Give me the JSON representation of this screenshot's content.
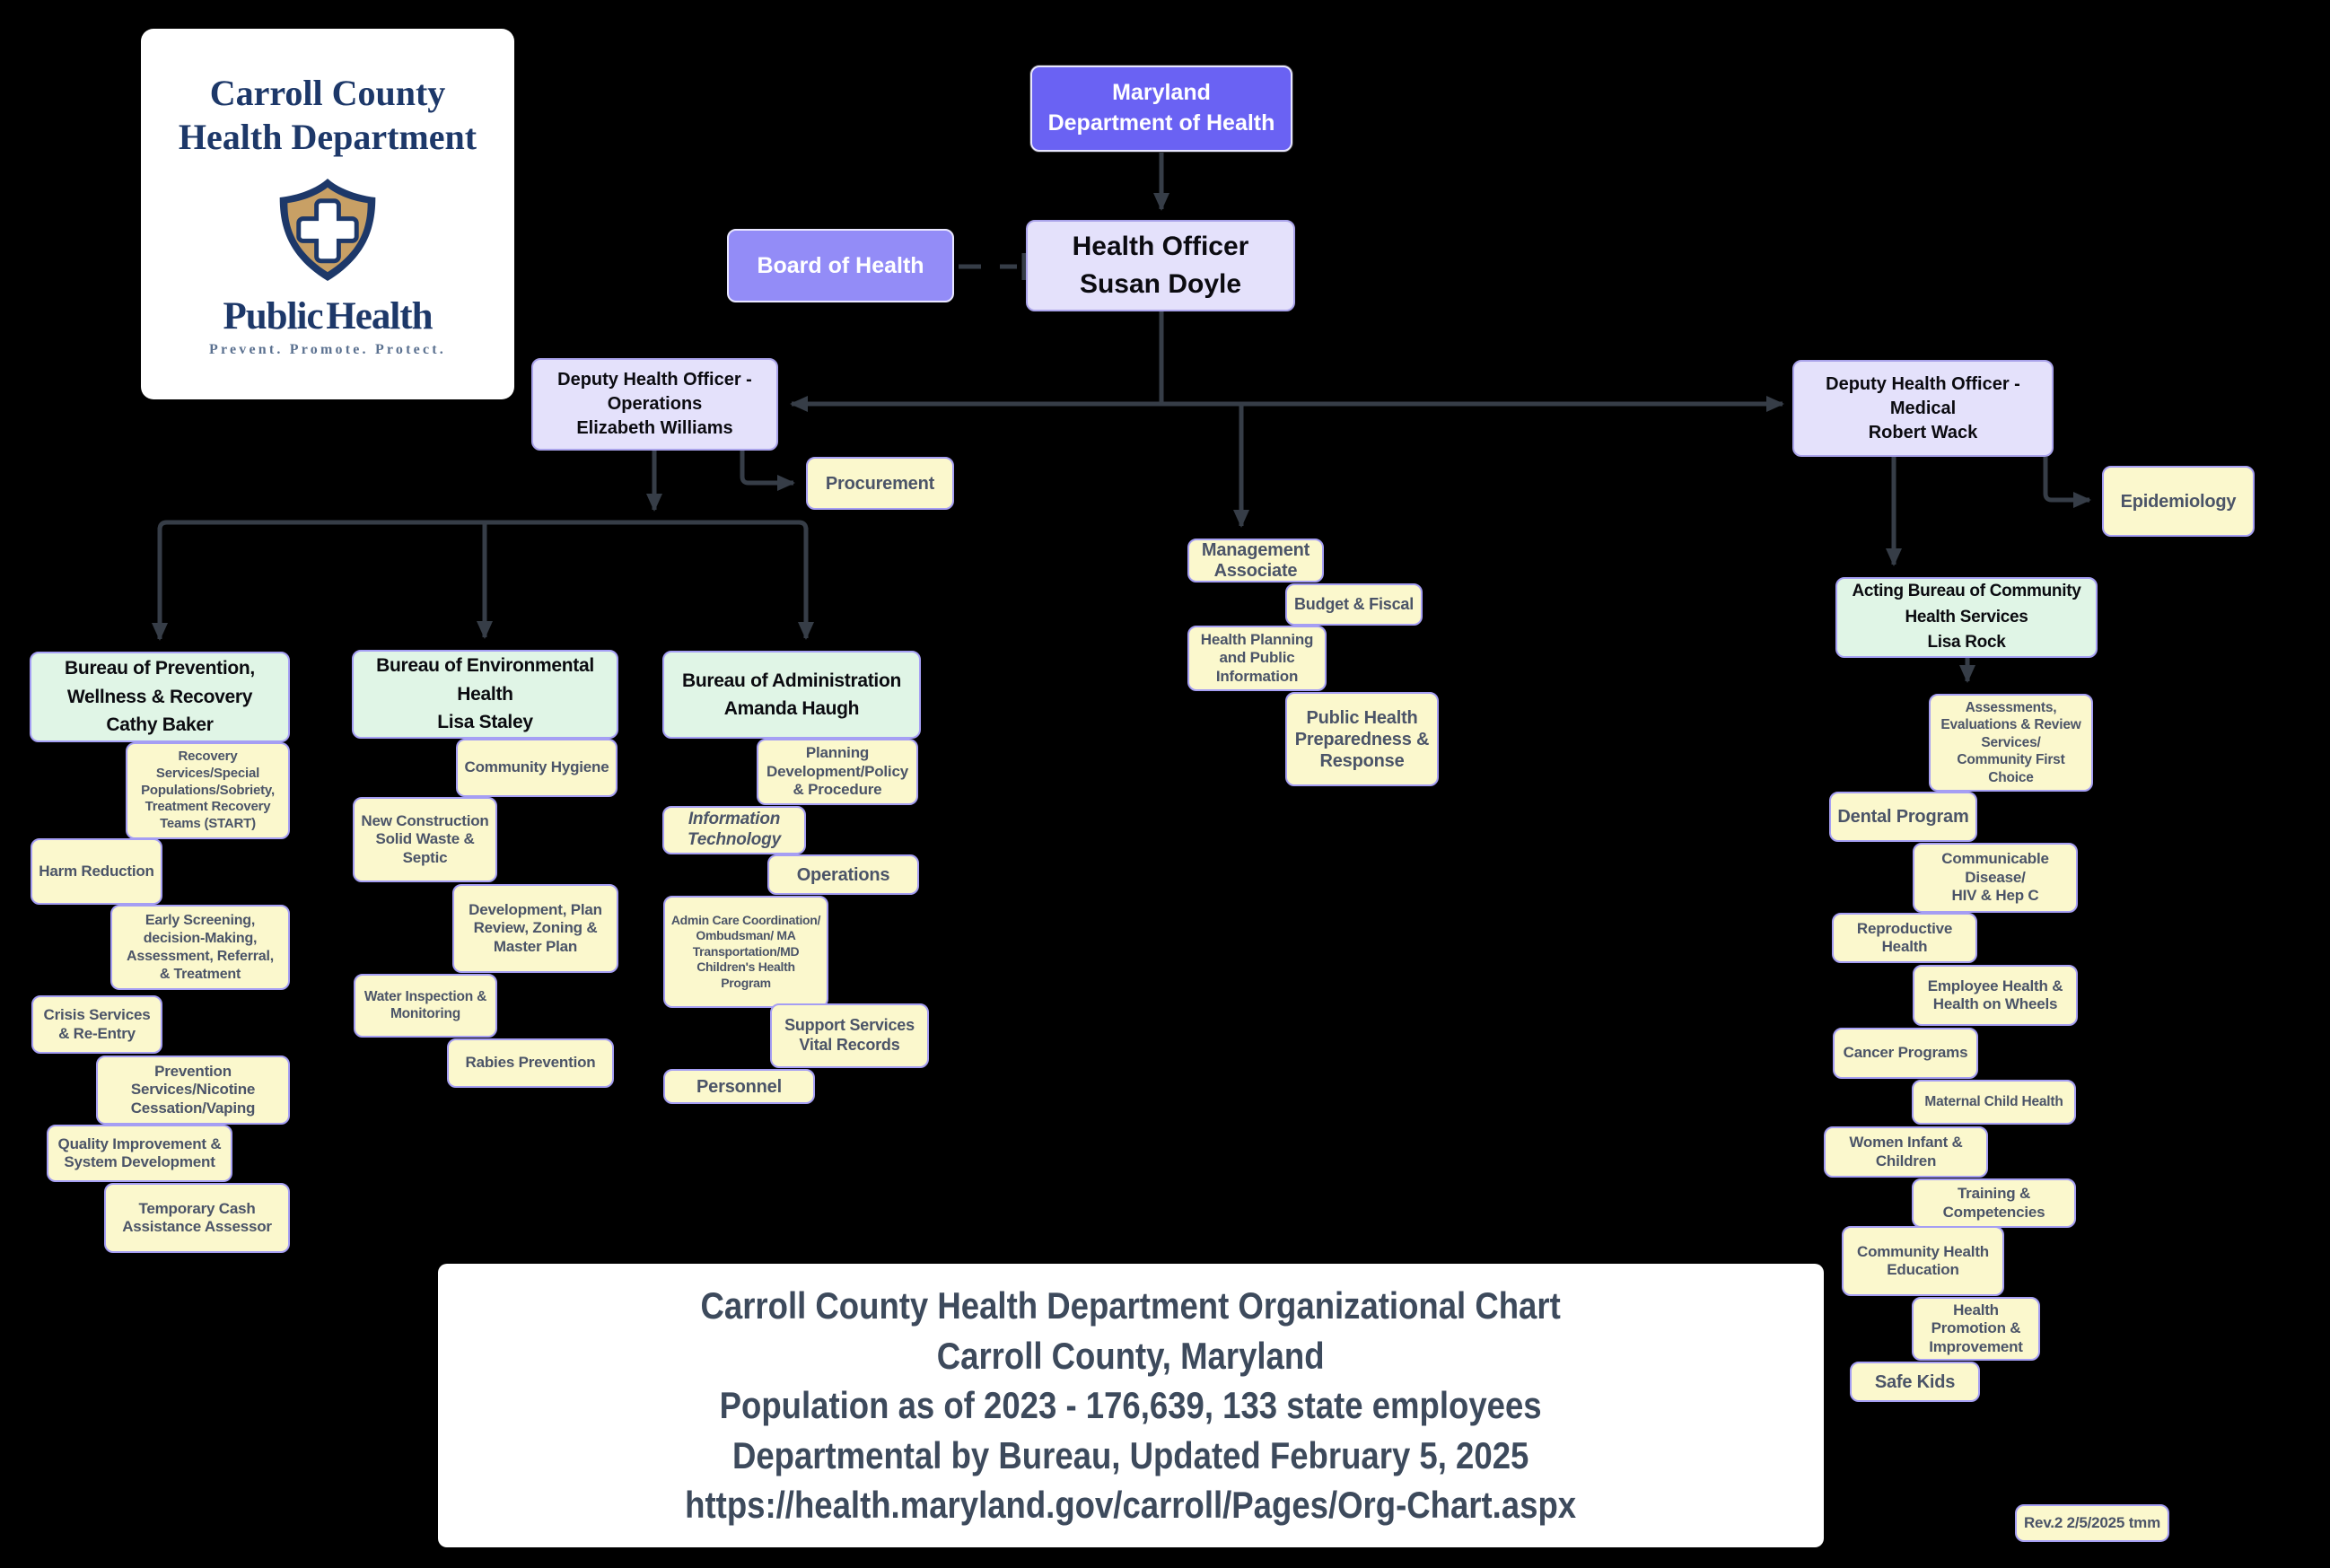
{
  "logo": {
    "org": "Carroll County\nHealth Department",
    "brand": "Public Health",
    "tagline": "Prevent. Promote. Protect."
  },
  "top": {
    "maryland": "Maryland\nDepartment of Health",
    "board": "Board of Health",
    "health_officer": "Health Officer\nSusan Doyle",
    "deputy_operations": "Deputy Health Officer -\nOperations\nElizabeth Williams",
    "deputy_medical": "Deputy Health Officer -\nMedical\nRobert Wack",
    "procurement": "Procurement",
    "epidemiology": "Epidemiology"
  },
  "central": {
    "management_associate": "Management\nAssociate",
    "budget_fiscal": "Budget & Fiscal",
    "health_planning": "Health Planning\nand Public\nInformation",
    "preparedness": "Public Health\nPreparedness &\nResponse"
  },
  "bureaus": {
    "prevention": {
      "title": "Bureau of Prevention,\nWellness & Recovery\nCathy Baker",
      "items": [
        "Recovery\nServices/Special\nPopulations/Sobriety,\nTreatment Recovery\nTeams (START)",
        "Harm Reduction",
        "Early Screening,\ndecision-Making,\nAssessment, Referral,\n& Treatment",
        "Crisis Services\n& Re-Entry",
        "Prevention\nServices/Nicotine\nCessation/Vaping",
        "Quality Improvement &\nSystem Development",
        "Temporary Cash\nAssistance Assessor"
      ]
    },
    "environmental": {
      "title": "Bureau of Environmental\nHealth\nLisa Staley",
      "items": [
        "Community Hygiene",
        "New Construction\nSolid Waste &\nSeptic",
        "Development, Plan\nReview, Zoning &\nMaster Plan",
        "Water Inspection &\nMonitoring",
        "Rabies Prevention"
      ]
    },
    "administration": {
      "title": "Bureau of Administration\nAmanda Haugh",
      "items": [
        "Planning\nDevelopment/Policy\n& Procedure",
        "Information\nTechnology",
        "Operations",
        "Admin Care Coordination/\nOmbudsman/ MA\nTransportation/MD\nChildren's Health\nProgram",
        "Support Services\nVital Records",
        "Personnel"
      ]
    },
    "community": {
      "title": "Acting Bureau of Community\nHealth Services\nLisa Rock",
      "items": [
        "Assessments,\nEvaluations & Review\nServices/\nCommunity First\nChoice",
        "Dental Program",
        "Communicable\nDisease/\nHIV & Hep C",
        "Reproductive\nHealth",
        "Employee Health &\nHealth on Wheels",
        "Cancer Programs",
        "Maternal Child Health",
        "Women Infant &\nChildren",
        "Training &\nCompetencies",
        "Community Health\nEducation",
        "Health\nPromotion &\nImprovement",
        "Safe Kids"
      ]
    }
  },
  "footer": {
    "lines": [
      "Carroll County Health Department Organizational Chart",
      "Carroll County, Maryland",
      "Population as of 2023 - 176,639, 133 state employees",
      "Departmental by Bureau, Updated February 5, 2025",
      "https://health.maryland.gov/carroll/Pages/Org-Chart.aspx"
    ]
  },
  "revision": "Rev.2 2/5/2025 tmm",
  "colors": {
    "background": "#000000",
    "maryland_box": "#6a62f3",
    "board_box": "#938cf7",
    "officer_box": "#e4e1fb",
    "bureau_box": "#e0f5e6",
    "program_box": "#fbf8cd",
    "box_border": "#a59ef3",
    "connector": "#363d47",
    "program_text": "#4b5468",
    "logo_navy": "#1d3869",
    "logo_tan": "#c8a065"
  }
}
